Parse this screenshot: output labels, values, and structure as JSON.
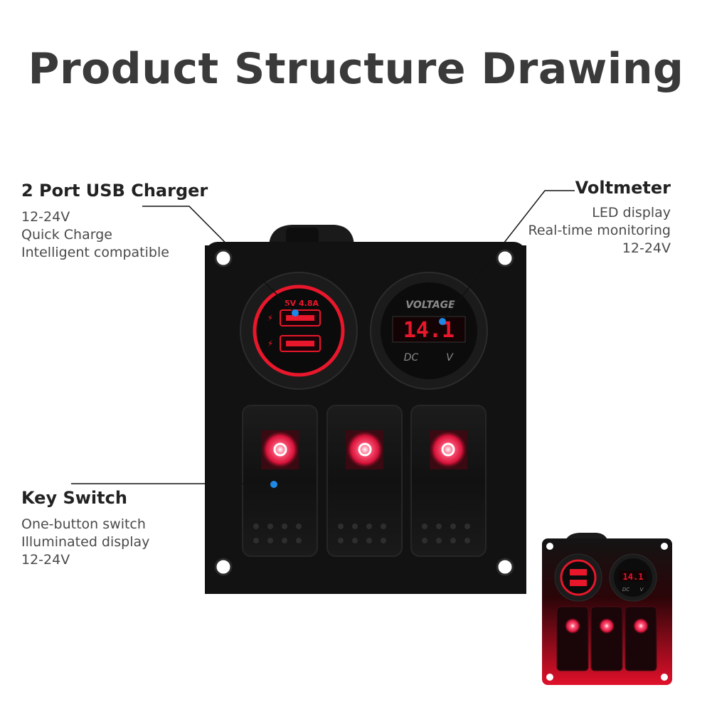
{
  "title": "Product Structure Drawing",
  "usb": {
    "heading": "2 Port USB Charger",
    "lines": [
      "12-24V",
      "Quick Charge",
      "Intelligent compatible"
    ],
    "port_label": "5V 4.8A"
  },
  "voltmeter": {
    "heading": "Voltmeter",
    "lines": [
      "LED display",
      "Real-time monitoring",
      "12-24V"
    ],
    "face_label": "VOLTAGE",
    "reading": "14.1",
    "unit_left": "DC",
    "unit_right": "V"
  },
  "switch": {
    "heading": "Key Switch",
    "lines": [
      "One-button switch",
      "Illuminated display",
      "12-24V"
    ]
  },
  "colors": {
    "accent_red": "#e8172b",
    "marker_blue": "#1e88e5",
    "panel": "#111111"
  }
}
